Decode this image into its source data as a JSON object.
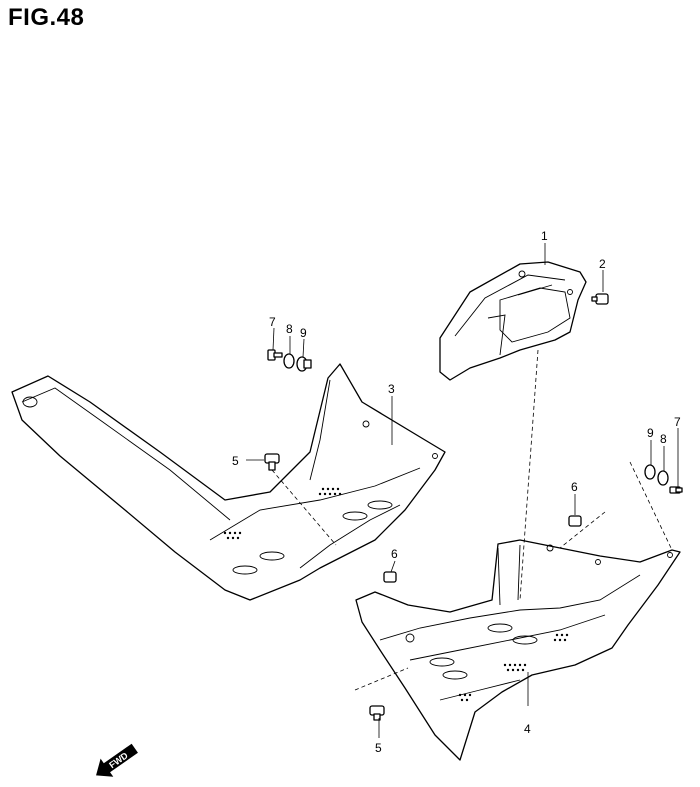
{
  "figure": {
    "title": "FIG.48"
  },
  "callouts": {
    "c1": "1",
    "c2": "2",
    "c3": "3",
    "c4": "4",
    "c5a": "5",
    "c5b": "5",
    "c6a": "6",
    "c6b": "6",
    "c7a": "7",
    "c8a": "8",
    "c9a": "9",
    "c7b": "7",
    "c8b": "8",
    "c9b": "9"
  },
  "fwd_label": "FWD",
  "colors": {
    "line": "#000000",
    "background": "#ffffff"
  }
}
